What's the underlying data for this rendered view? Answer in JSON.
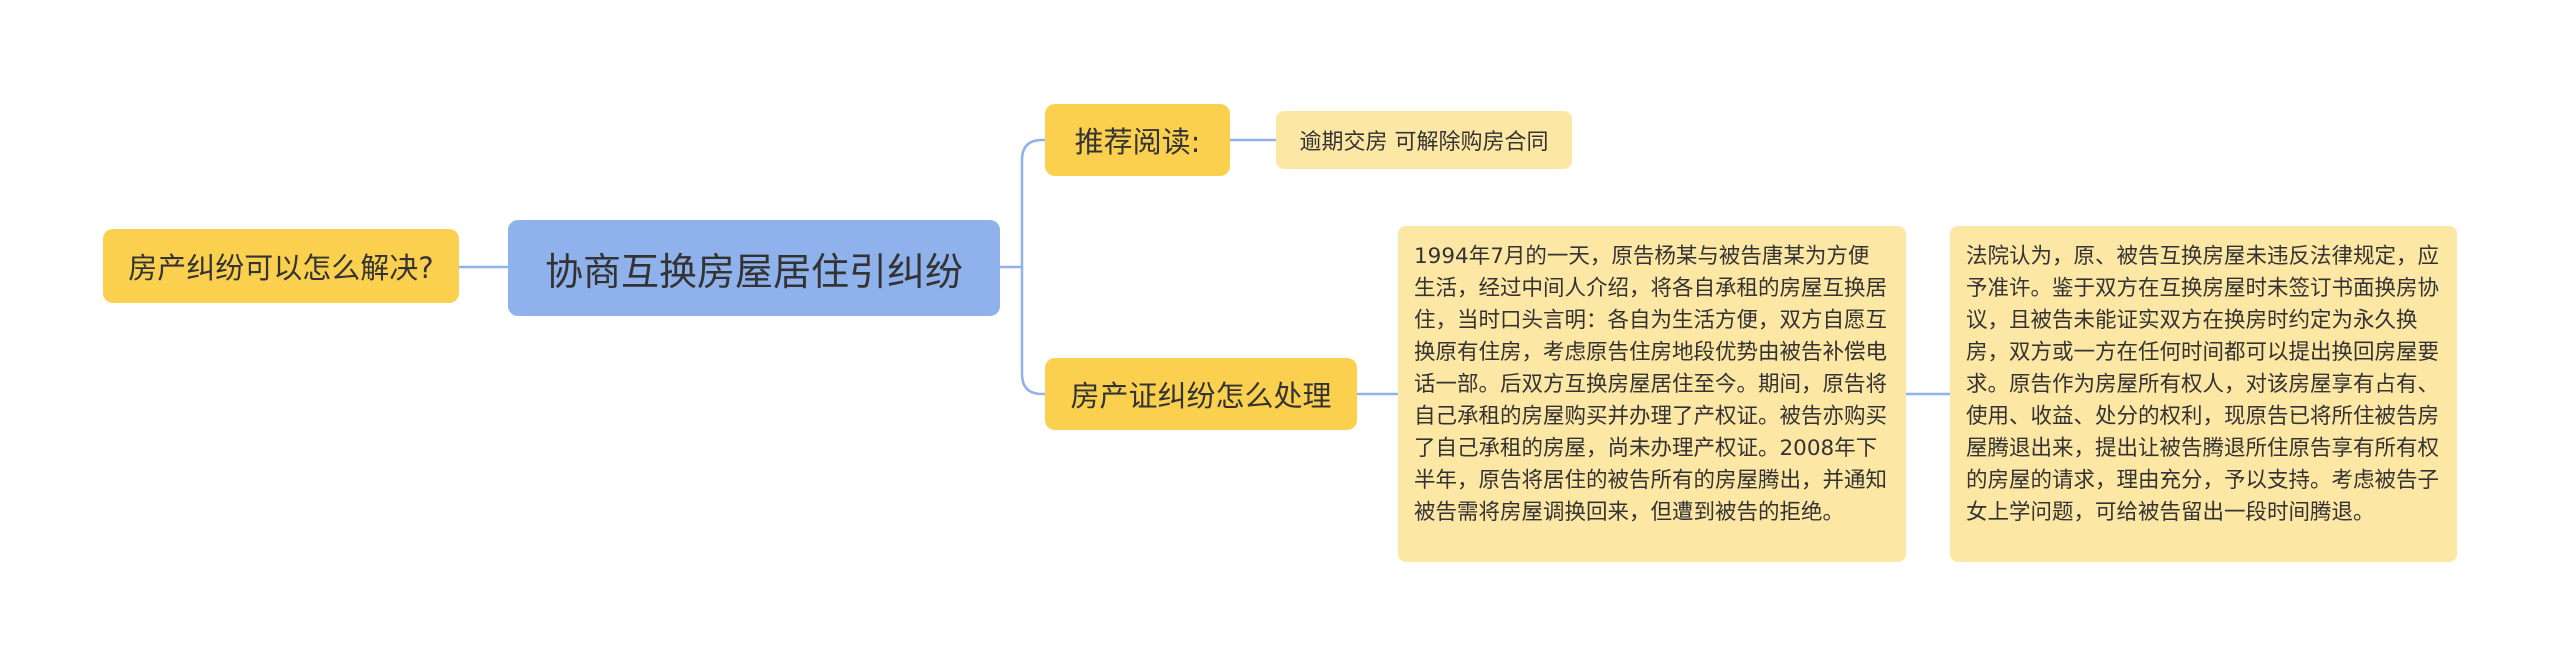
{
  "mindmap": {
    "root": {
      "label": "协商互换房屋居住引纠纷"
    },
    "left_topic": {
      "label": "房产纠纷可以怎么解决?"
    },
    "right_topics": [
      {
        "label": "推荐阅读:",
        "children": [
          {
            "label": "逾期交房 可解除购房合同"
          }
        ]
      },
      {
        "label": "房产证纠纷怎么处理",
        "children": [
          {
            "text": "1994年7月的一天，原告杨某与被告唐某为方便生活，经过中间人介绍，将各自承租的房屋互换居住，当时口头言明：各自为生活方便，双方自愿互换原有住房，考虑原告住房地段优势由被告补偿电话一部。后双方互换房屋居住至今。期间，原告将自己承租的房屋购买并办理了产权证。被告亦购买了自己承租的房屋，尚未办理产权证。2008年下半年，原告将居住的被告所有的房屋腾出，并通知被告需将房屋调换回来，但遭到被告的拒绝。"
          },
          {
            "text": "法院认为，原、被告互换房屋未违反法律规定，应予准许。鉴于双方在互换房屋时未签订书面换房协议，且被告未能证实双方在换房时约定为永久换房，双方或一方在任何时间都可以提出换回房屋要求。原告作为房屋所有权人，对该房屋享有占有、使用、收益、处分的权利，现原告已将所住被告房屋腾退出来，提出让被告腾退所住原告享有所有权的房屋的请求，理由充分，予以支持。考虑被告子女上学问题，可给被告留出一段时间腾退。"
          }
        ]
      }
    ]
  },
  "colors": {
    "root_fill": "#8fb2ec",
    "topic_fill": "#fcd04f",
    "leaf_fill": "#fde7a5",
    "connector": "#8fb2ec",
    "text": "#333333"
  }
}
